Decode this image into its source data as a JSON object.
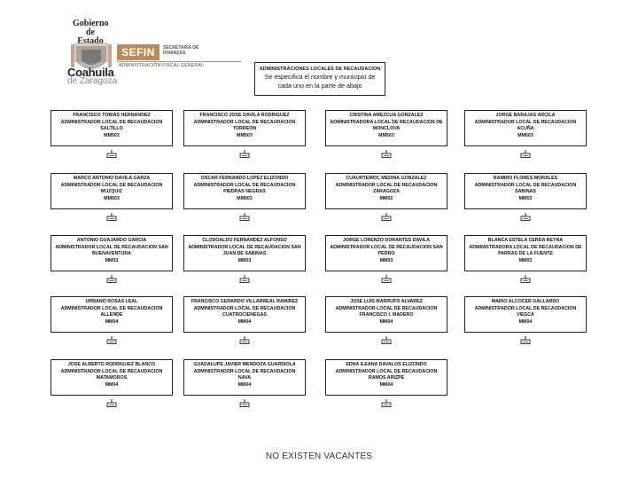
{
  "logo": {
    "gobierno": "Gobierno",
    "de_estado": "de Estado",
    "coahuila": "Coahuila",
    "zaragoza": "de Zaragoza",
    "sefin": "SEFIN",
    "sefin_sub": "SECRETARÍA DE FINANZAS",
    "admin_fiscal": "ADMINISTRACIÓN FISCAL GENERAL"
  },
  "header": {
    "title": "ADMINISTRACIONES LOCALES DE RECAUDACION",
    "note_line1": "Se especifica el nombre y municipio de",
    "note_line2": "cada uno en la parte de abajo"
  },
  "boxes": [
    {
      "name": "FRANCISCO TOBIAS HERNANDEZ",
      "role": "ADMINISTRADOR LOCAL DE RECAUDACION",
      "place": "SALTILLO",
      "level": "MM503"
    },
    {
      "name": "FRANCISCO JOSE DAVILA RODRIGUEZ",
      "role": "ADMINISTRADOR LOCAL DE RECAUDACION",
      "place": "TORREON",
      "level": "MM503"
    },
    {
      "name": "CRISTINA AMEZCUA GONZALEZ",
      "role": "ADMINISTRADORA LOCAL DE RECAUDACION DE",
      "place": "MONCLOVA",
      "level": "MM503"
    },
    {
      "name": "JORGE BARAJAS ARCILA",
      "role": "ADMINISTRADOR LOCAL DE RECAUDACION",
      "place": "ACUÑA",
      "level": "MM503"
    },
    {
      "name": "MARCO ANTONIO DAVILA GARZA",
      "role": "ADMINISTRADOR LOCAL DE RECAUDACION",
      "place": "MUZQUIZ",
      "level": "MM503"
    },
    {
      "name": "OSCAR FERNANDO LOPEZ ELIZONDO",
      "role": "ADMINISTRADOR LOCAL DE RECAUDACION",
      "place": "PIEDRAS NEGRAS",
      "level": "MM503"
    },
    {
      "name": "CUAUHTEMOC MEDINA GONZALEZ",
      "role": "ADMINISTRADOR LOCAL DE RECAUDACION",
      "place": "ZARAGOZA",
      "level": "MM02"
    },
    {
      "name": "RAMIRO FLORES MORALES",
      "role": "ADMINISTRADOR LOCAL DE RECAUDACION",
      "place": "SABINAS",
      "level": "MM03"
    },
    {
      "name": "ANTONIO GUAJARDO GARCIA",
      "role": "ADMINISTRADOR LOCAL DE RECAUDACION SAN",
      "place": "BUENAVENTURA",
      "level": "MM03"
    },
    {
      "name": "CLODOALDO FERNANDEZ ALFONSO",
      "role": "ADMINISTRADOR LOCAL DE RECAUDACION SAN",
      "place": "JUAN DE SABINAS",
      "level": "MM03"
    },
    {
      "name": "JORGE LORENZO DORANTES DAVILA",
      "role": "ADMINISTRADOR LOCAL DE RECAUDACION SAN",
      "place": "PEDRO",
      "level": "MM03"
    },
    {
      "name": "BLANCA ESTELA CERDA REYNA",
      "role": "ADMINISTRADORA LOCAL DE RECAUDACION DE",
      "place": "PARRAS DE LA FUENTE",
      "level": "MM03"
    },
    {
      "name": "URBANO ROSAS LEAL",
      "role": "ADMINISTRADOR LOCAL DE RECAUDACION",
      "place": "ALLENDE",
      "level": "MM04"
    },
    {
      "name": "FRANCISCO GERARDO VILLARREAL RAMIREZ",
      "role": "ADMINISTRADOR LOCAL DE RECAUDACION",
      "place": "CUATROCIENEGAS",
      "level": "MM04"
    },
    {
      "name": "JOSE LUIS MARRUFO ALVAREZ",
      "role": "ADMINISTRADOR LOCAL DE RECAUDACION",
      "place": "FRANCISCO I. MADERO",
      "level": "MM04"
    },
    {
      "name": "MARIO ALCOCER GALLARDO",
      "role": "ADMINISTRADOR LOCAL DE RECAUDACION",
      "place": "VIESCA",
      "level": "MM04"
    },
    {
      "name": "JOSE ALBERTO RODRIGUEZ BLANCO",
      "role": "ADMINISTRADOR LOCAL DE RECAUDACION",
      "place": "MATAMOROS",
      "level": "MM04"
    },
    {
      "name": "GUADALUPE JAVIER MENDOZA GUARDIOLA",
      "role": "ADMINISTRADOR LOCAL DE RECAUDACION",
      "place": "NAVA",
      "level": "MM04"
    },
    {
      "name": "EDNA ILEANA DAVALOS ELIZONDO",
      "role": "ADMINISTRADOR LOCAL DE RECAUDACION",
      "place": "RAMOS ARIZPE",
      "level": "MM04"
    }
  ],
  "footer": "NO EXISTEN VACANTES",
  "colors": {
    "border": "#222222",
    "sefin": "#b98a5a"
  }
}
